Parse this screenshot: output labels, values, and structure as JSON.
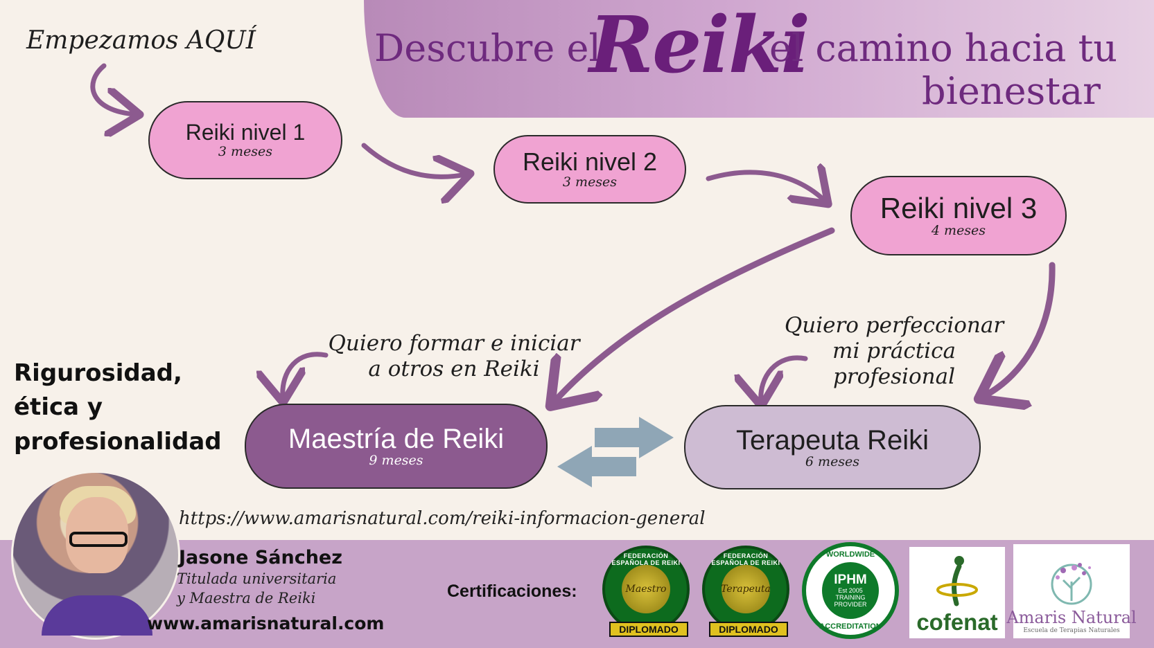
{
  "header": {
    "title_part1": "Descubre el",
    "title_highlight": "Reiki",
    "title_part2": "el camino hacia tu",
    "title_part3": "bienestar"
  },
  "start_label": "Empezamos AQUÍ",
  "steps": [
    {
      "label": "Reiki nivel 1",
      "duration": "3 meses"
    },
    {
      "label": "Reiki nivel 2",
      "duration": "3 meses"
    },
    {
      "label": "Reiki nivel 3",
      "duration": "4 meses"
    },
    {
      "label": "Maestría de Reiki",
      "duration": "9 meses"
    },
    {
      "label": "Terapeuta Reiki",
      "duration": "6 meses"
    }
  ],
  "notes": {
    "master": {
      "line1": "Quiero formar e iniciar",
      "line2": "a otros en Reiki"
    },
    "therapist": {
      "line1": "Quiero perfeccionar",
      "line2": "mi práctica",
      "line3": "profesional"
    }
  },
  "values": {
    "line1": "Rigurosidad,",
    "line2": "ética y",
    "line3": "profesionalidad"
  },
  "url": "https://www.amarisnatural.com/reiki-informacion-general",
  "author": {
    "name": "Jasone Sánchez",
    "role_line1": "Titulada universitaria",
    "role_line2": "y Maestra de Reiki",
    "website": "www.amarisnatural.com"
  },
  "certifications": {
    "label": "Certificaciones:",
    "badges": [
      {
        "ring": "FEDERACIÓN ESPAÑOLA DE REIKI",
        "center": "Maestro",
        "ribbon": "DIPLOMADO"
      },
      {
        "ring": "FEDERACIÓN ESPAÑOLA DE REIKI",
        "center": "Terapeuta",
        "ribbon": "DIPLOMADO"
      }
    ],
    "iphm": {
      "top": "WORLDWIDE",
      "name": "IPHM",
      "est": "Est 2005",
      "line1": "TRAINING",
      "line2": "PROVIDER",
      "bottom": "ACCREDITATION"
    },
    "cofenat": "cofenat",
    "amaris": {
      "name": "Amaris Natural",
      "tagline": "Escuela de Terapias Naturales"
    }
  },
  "colors": {
    "pink_pill": "#f0a3d2",
    "plum_pill": "#8c5a8f",
    "lilac_pill": "#cebcd3",
    "arrow": "#8c5a8f",
    "exchange_arrow": "#8fa6b6",
    "background": "#f7f1ea",
    "footer": "#c7a4c8"
  }
}
